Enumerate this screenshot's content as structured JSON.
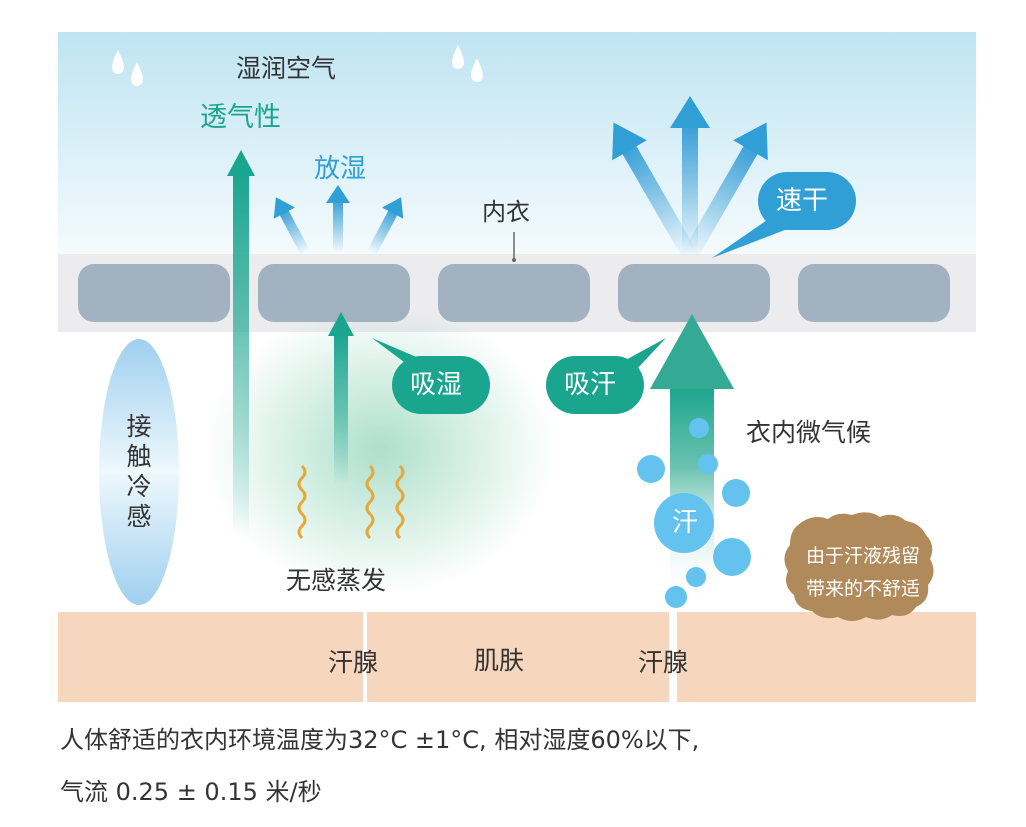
{
  "labels": {
    "humid_air": "湿润空气",
    "breathability": "透气性",
    "moisture_release": "放湿",
    "underwear": "内衣",
    "quick_dry": "速干",
    "moisture_absorb": "吸湿",
    "sweat_absorb": "吸汗",
    "contact_cool": [
      "接",
      "触",
      "冷",
      "感"
    ],
    "microclimate": "衣内微气候",
    "insensible_evaporation": "无感蒸发",
    "sweat": "汗",
    "discomfort_line1": "由于汗液残留",
    "discomfort_line2": "带来的不舒适",
    "sweat_gland_left": "汗腺",
    "skin": "肌肤",
    "sweat_gland_right": "汗腺"
  },
  "caption": {
    "line1": "人体舒适的衣内环境温度为32°C ±1°C, 相对湿度60%以下,",
    "line2": "气流 0.25 ± 0.15 米/秒"
  },
  "colors": {
    "teal": "#1aa58f",
    "blue": "#2f9fd6",
    "skin": "#f6d6bc",
    "fabric_cell": "#a3b2c0",
    "discomfort": "#b08a5a"
  }
}
